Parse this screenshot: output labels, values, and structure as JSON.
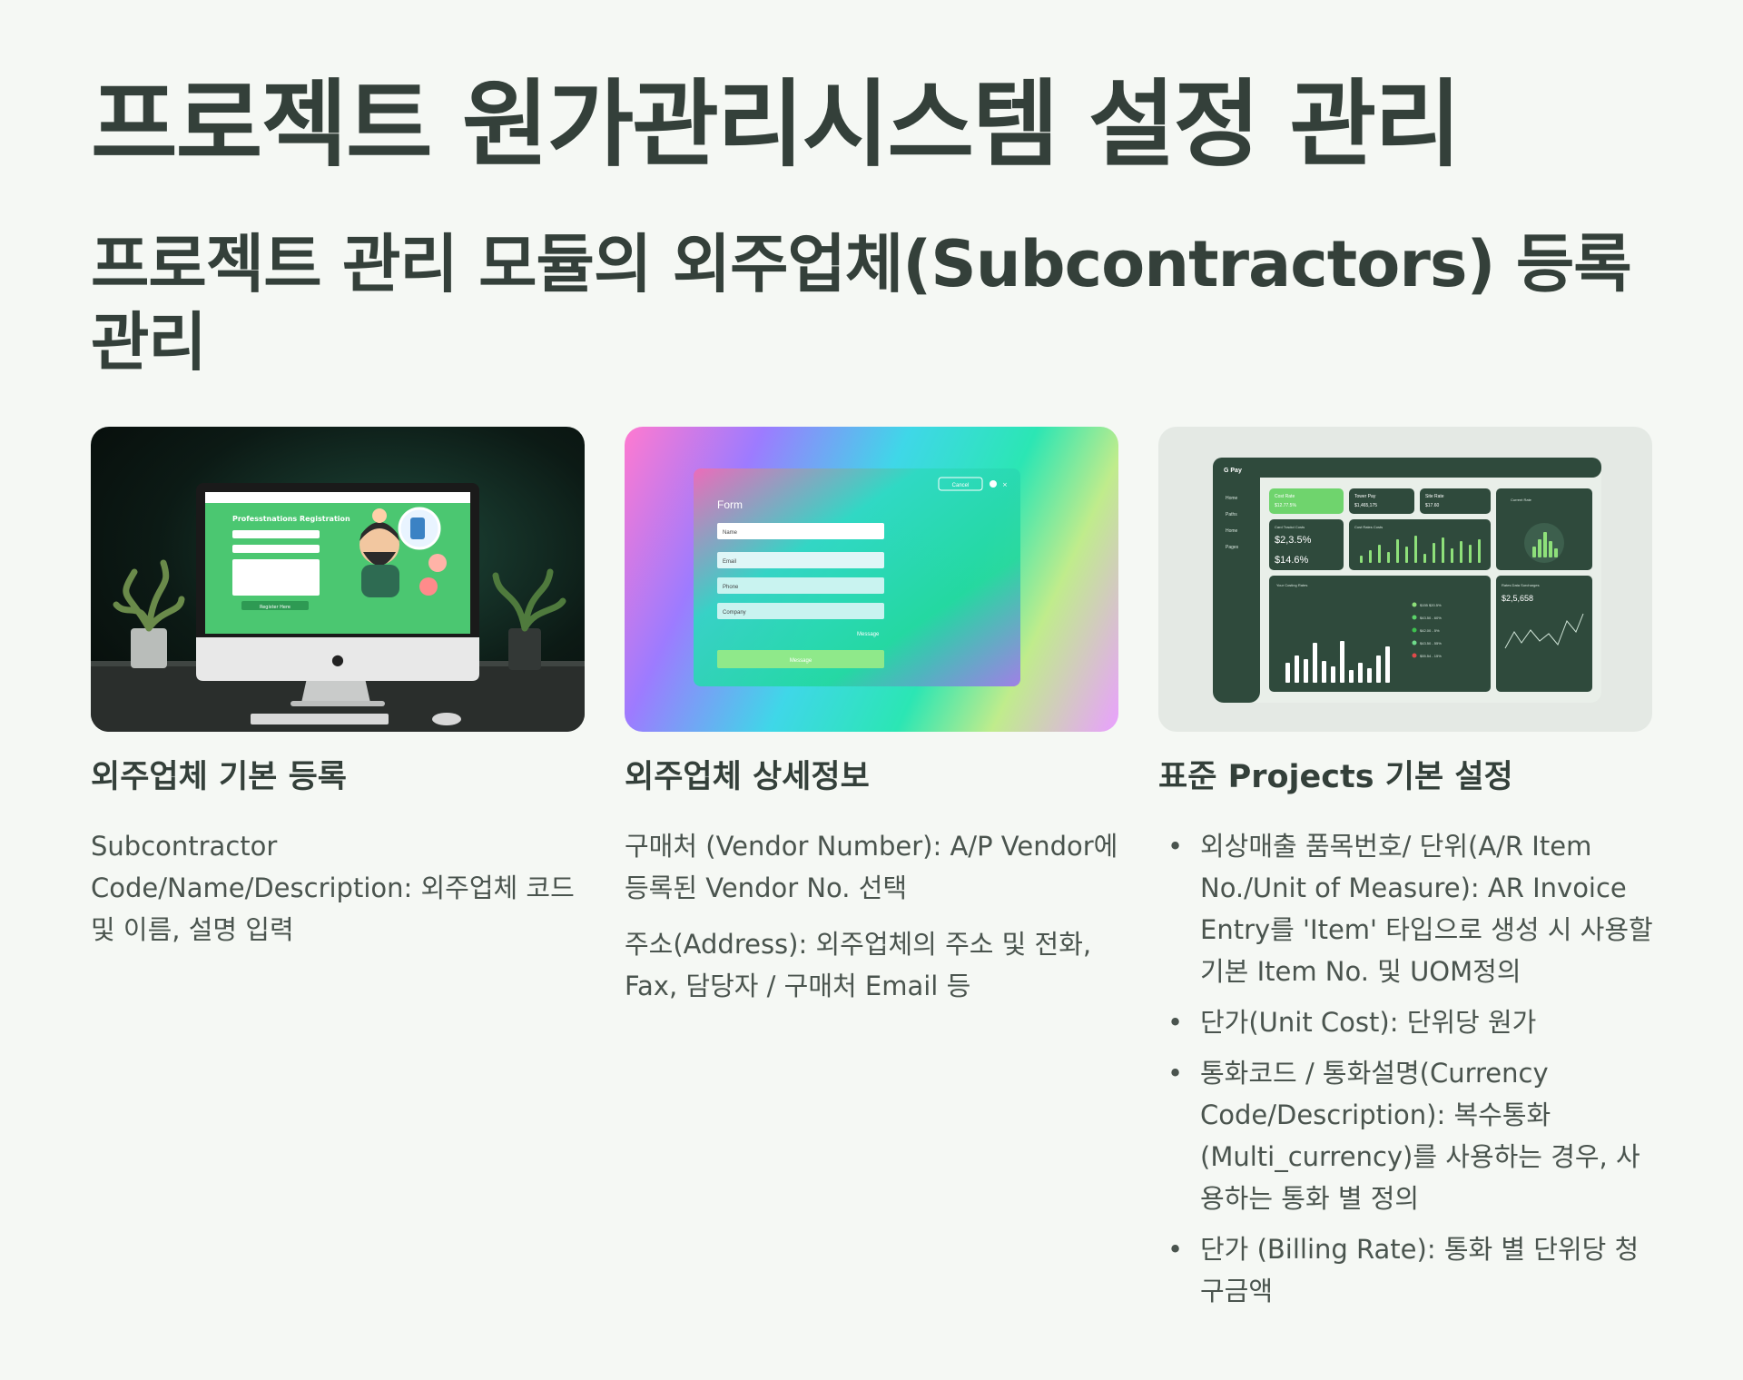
{
  "header": {
    "title": "프로젝트 원가관리시스템 설정 관리",
    "subtitle": "프로젝트 관리 모듈의 외주업체(Subcontractors) 등록 관리"
  },
  "cards": [
    {
      "heading": "외주업체 기본 등록",
      "paragraphs": [
        "Subcontractor Code/Name/Description: 외주업체 코드 및 이름, 설명 입력"
      ],
      "image": {
        "screen_title": "Professtnations Registration",
        "button": "Register Here"
      }
    },
    {
      "heading": "외주업체 상세정보",
      "paragraphs": [
        "구매처 (Vendor Number): A/P Vendor에 등록된 Vendor No. 선택",
        "주소(Address): 외주업체의 주소 및 전화, Fax, 담당자 / 구매처 Email 등"
      ],
      "image": {
        "form_title": "Form",
        "cancel": "Cancel",
        "fields": [
          "Name",
          "Email",
          "Phone",
          "Company"
        ],
        "message_link": "Message",
        "submit": "Message"
      }
    },
    {
      "heading": "표준 Projects 기본 설정",
      "bullets": [
        "외상매출 품목번호/ 단위(A/R Item No./Unit of Measure): AR Invoice Entry를 'Item' 타입으로 생성 시 사용할 기본 Item No. 및 UOM정의",
        "단가(Unit Cost): 단위당 원가",
        "통화코드 / 통화설명(Currency Code/Description): 복수통화(Multi_currency)를 사용하는 경우, 사용하는 통화 별 정의",
        "단가 (Billing Rate): 통화 별 단위당 청구금액"
      ],
      "image": {
        "logo": "G Pay",
        "nav": [
          "Home",
          "Paths",
          "Home",
          "Pages"
        ],
        "stats": [
          {
            "label": "Cost Rate",
            "value": "$12.77.5%"
          },
          {
            "label": "Tower Pay",
            "value": "$1,465,175"
          },
          {
            "label": "Site Rate",
            "value": "$17.60"
          }
        ],
        "card_cost_values": [
          "$2,3.5%",
          "$14.6%"
        ],
        "card_cost_title": "Card Trackd Costs",
        "card_rates_title": "Cost Rates Costs",
        "current_rate_title": "Current Rate",
        "costing_title": "Your Costing Rates",
        "legend": [
          "$155 $20.5%",
          "$43.50 - 60%",
          "$42.00 - 5%",
          "$43.50 - 55%",
          "$55.54 - 15%"
        ],
        "legend_colors": [
          "#8ee07a",
          "#5cd36a",
          "#3ec14f",
          "#6fdb8c",
          "#e04a4a"
        ],
        "rate_title": "Rates Data Surcharges",
        "rate_value": "$2,5,658"
      }
    }
  ]
}
